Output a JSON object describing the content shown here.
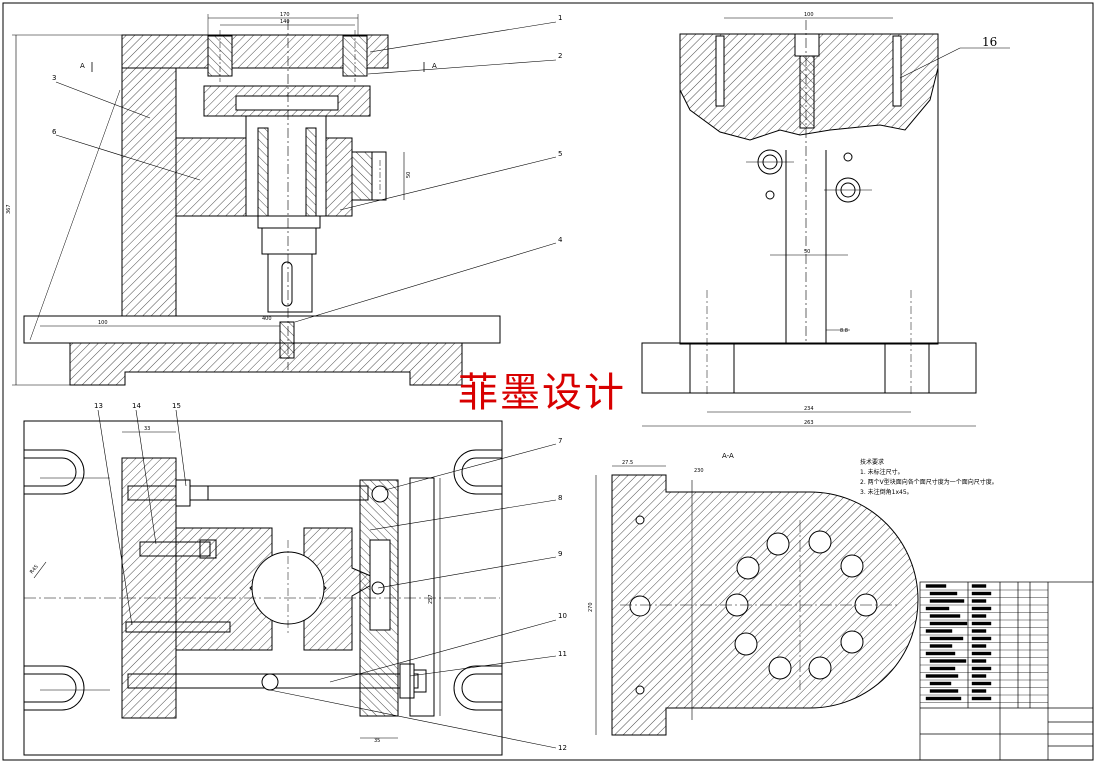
{
  "watermark": "菲墨设计",
  "section_marker": "A",
  "section_title": "A-A",
  "callouts": [
    "1",
    "2",
    "3",
    "6",
    "5",
    "4",
    "7",
    "8",
    "9",
    "10",
    "11",
    "12",
    "13",
    "14",
    "15",
    "16"
  ],
  "dims": {
    "top_overall": "170",
    "top_inner": "140",
    "height_left": "367",
    "side_width_top": "100",
    "side_dim_mid": "50",
    "side_dim_small": "8.8",
    "side_base_inner": "234",
    "side_base_outer": "263",
    "plan_top_dim": "33",
    "plan_bottom_dim": "35",
    "plan_right_dim": "257",
    "aa_left_dim": "27.5",
    "aa_top_dim": "230",
    "aa_height": "270",
    "base_left": "100",
    "base_mid": "400",
    "bush_dim": "50",
    "angle_dim": "R45"
  },
  "notes": {
    "title": "技术要求",
    "lines": [
      "1. 未标注尺寸。",
      "2. 两个V型块面向各个面尺寸度为一个面向尺寸度。",
      "3. 未注倒角1x45。"
    ]
  }
}
